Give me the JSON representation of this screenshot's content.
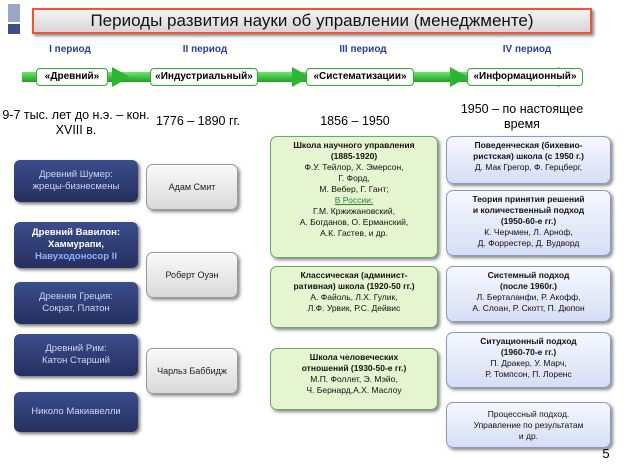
{
  "title": "Периоды развития науки об управлении (менеджменте)",
  "periods": [
    {
      "label": "I период",
      "name": "«Древний»",
      "date": "9-7 тыс. лет до н.э. – кон. XVIII в."
    },
    {
      "label": "II период",
      "name": "«Индустриальный»",
      "date": "1776 – 1890 гг."
    },
    {
      "label": "III период",
      "name": "«Систематизации»",
      "date": "1856 – 1950"
    },
    {
      "label": "IV период",
      "name": "«Информационный»",
      "date": "1950 – по настоящее время"
    }
  ],
  "ancient": [
    {
      "line1": "Древний Шумер:",
      "line2": "жрецы-бизнесмены"
    },
    {
      "line1": "Древний Вавилон:",
      "line2": "Хаммурапи,",
      "line3": "Навуходоносор II"
    },
    {
      "line1": "Древняя Греция:",
      "line2": "Сократ, Платон"
    },
    {
      "line1": "Древний Рим:",
      "line2": "Катон Старший"
    },
    {
      "line1": "Николо Макиавелли"
    }
  ],
  "industrial": [
    "Адам Смит",
    "Роберт Оуэн",
    "Чарльз Баббидж"
  ],
  "systematization": [
    {
      "head1": "Школа научного управления",
      "head2": "(1885-1920)",
      "l1": "Ф.У. Тейлор, Х. Эмерсон,",
      "l2": "Г. Форд,",
      "l3": "М. Вебер, Г. Гант;",
      "l4": "В России:",
      "l5": "Г.М. Кржижановский,",
      "l6": "А. Богданов, О. Ерманский,",
      "l7": "А.К. Гастев, и др."
    },
    {
      "head1": "Классическая (админист-",
      "head2": "ративная) школа (1920-50 гг.)",
      "l1": "А. Файоль, Л.Х. Гулик,",
      "l2": "Л.Ф. Урвик, Р.С. Дейвис"
    },
    {
      "head1": "Школа человеческих",
      "head2": "отношений (1930-50-е гг.)",
      "l1": "М.П. Фоллет, Э. Мэйо,",
      "l2": "Ч. Бернард,А.Х. Маслоу"
    }
  ],
  "informational": [
    {
      "head1": "Поведенческая (бихевио-",
      "head2": "ристская) школа (с 1950 г.)",
      "l1": "Д. Мак Грегор, Ф. Герцберг,"
    },
    {
      "head1": "Теория принятия решений",
      "head2": "и количественный подход",
      "head3": "(1950-60-е гг.)",
      "l1": "К. Черчмен, Л. Арноф,",
      "l2": "Д. Форрестер, Д. Вудворд"
    },
    {
      "head1": "Системный подход",
      "head2": "(после 1960г.)",
      "l1": "Л. Берталанфи, Р. Акофф,",
      "l2": "А. Слоан, Р. Скотт, П. Дюпон"
    },
    {
      "head1": "Ситуационный подход",
      "head2": "(1960-70-е гг.)",
      "l1": "П. Дракер, У. Марч,",
      "l2": "Р. Томпсон, П. Лоренс"
    },
    {
      "l1": "Процессный подход.",
      "l2": "Управление по результатам",
      "l3": "и др."
    }
  ],
  "page_number": "5",
  "colors": {
    "arrow": "#3cc43c",
    "title_border": "#e8573a",
    "period_label": "#2a3f9e",
    "ancient_box": "#2f3c72"
  }
}
